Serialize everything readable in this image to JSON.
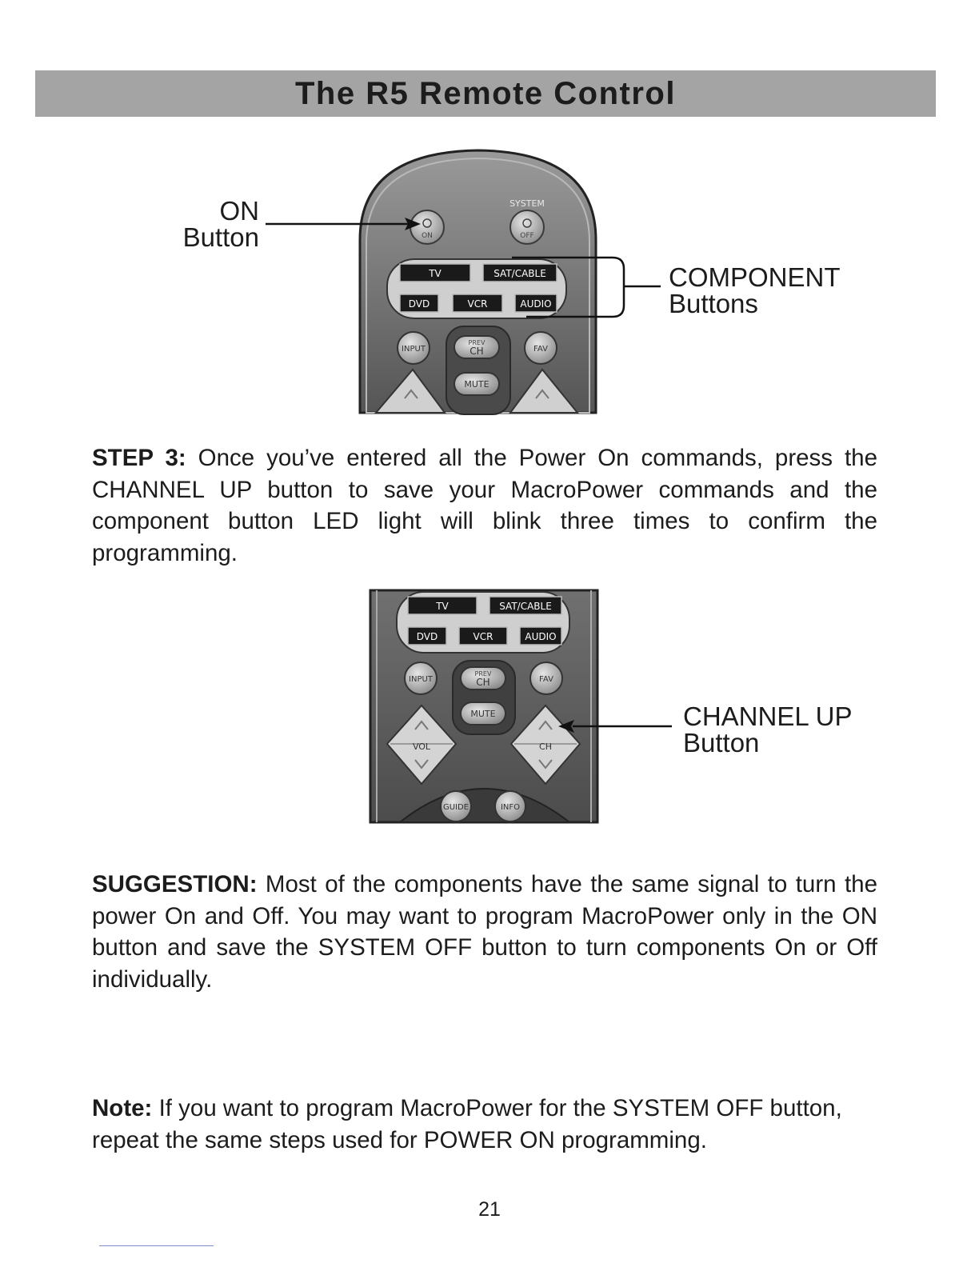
{
  "header": {
    "title": "The R5 Remote Control"
  },
  "figure1": {
    "callout_on": [
      "ON",
      "Button"
    ],
    "callout_component": [
      "COMPONENT",
      "Buttons"
    ],
    "labels": {
      "system": "SYSTEM",
      "on": "ON",
      "off": "OFF",
      "tv": "TV",
      "sat_cable": "SAT/CABLE",
      "dvd": "DVD",
      "vcr": "VCR",
      "audio": "AUDIO",
      "input": "INPUT",
      "prev": "PREV",
      "ch": "CH",
      "fav": "FAV",
      "mute": "MUTE"
    }
  },
  "step3": {
    "label": "STEP 3:",
    "text": " Once you’ve entered all the Power On commands, press the CHANNEL UP button to save your MacroPower commands and the component button LED light will blink three times to confirm the programming."
  },
  "figure2": {
    "callout_channel_up": [
      "CHANNEL UP",
      "Button"
    ],
    "labels": {
      "tv": "TV",
      "sat_cable": "SAT/CABLE",
      "dvd": "DVD",
      "vcr": "VCR",
      "audio": "AUDIO",
      "input": "INPUT",
      "prev": "PREV",
      "ch": "CH",
      "fav": "FAV",
      "mute": "MUTE",
      "vol": "VOL",
      "ch_rocker": "CH",
      "guide": "GUIDE",
      "info": "INFO"
    }
  },
  "suggestion": {
    "label": "SUGGESTION:",
    "text": " Most of the components have the same signal to turn the power On and Off. You may want to program MacroPower only in the ON button and save the SYSTEM OFF button to turn components On or Off individually."
  },
  "note": {
    "label": "Note:",
    "text": " If you want to program MacroPower for the SYSTEM OFF button, repeat the same steps used for POWER ON programming."
  },
  "footer": {
    "page_number": "21"
  }
}
